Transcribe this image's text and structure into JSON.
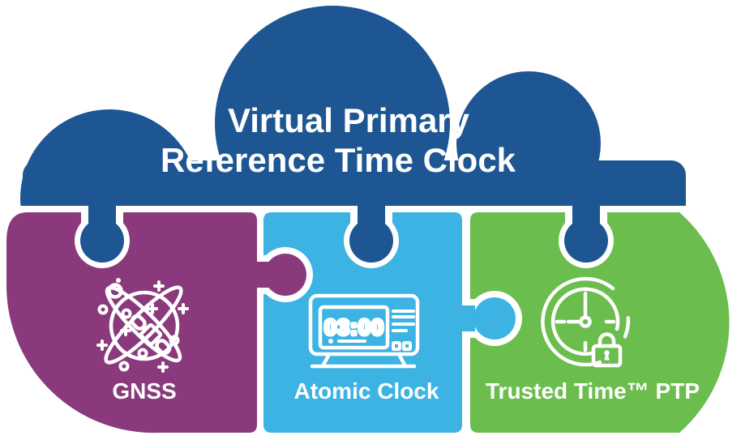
{
  "cloud": {
    "title_line1": "Virtual Primary",
    "title_line2": "Reference Time Clock",
    "color": "#1d5693"
  },
  "pieces": [
    {
      "label": "GNSS",
      "color": "#8a3a7c",
      "icon": "satellite-with-orbits-icon"
    },
    {
      "label": "Atomic Clock",
      "color": "#3cb3e3",
      "icon": "digital-clock-icon",
      "clock_display": "03:00"
    },
    {
      "label": "Trusted Time™ PTP",
      "color": "#6bbd4d",
      "icon": "clock-with-padlock-icon"
    }
  ]
}
